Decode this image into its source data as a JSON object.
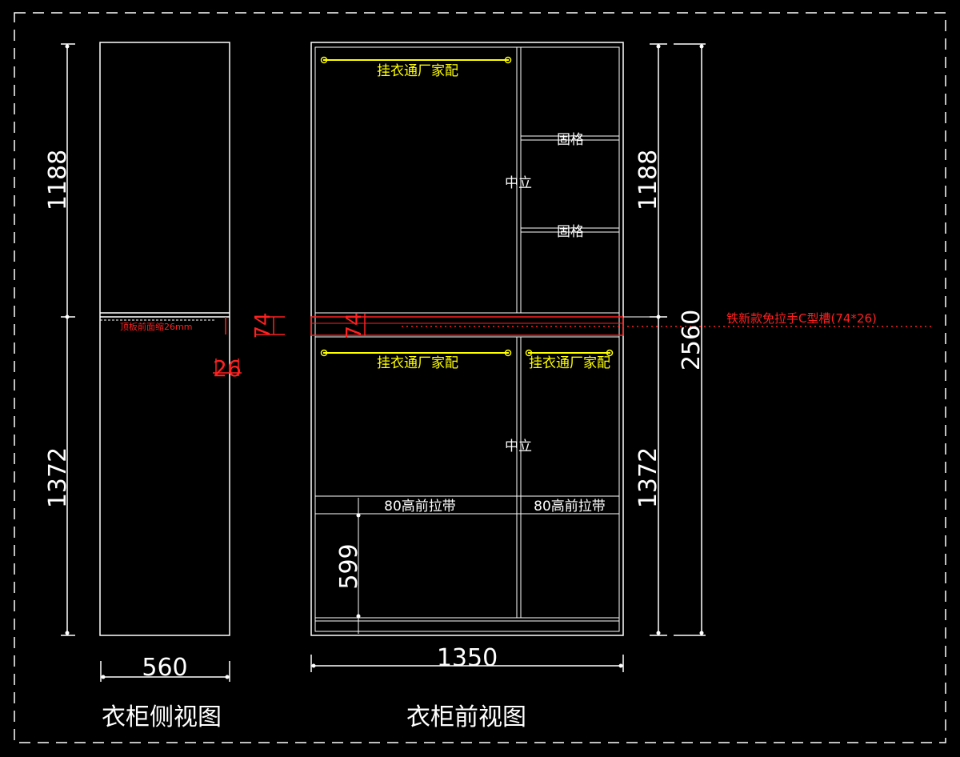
{
  "views": {
    "side": {
      "title": "衣柜侧视图",
      "width": "560",
      "upper_height": "1188",
      "lower_height": "1372",
      "note": "顶板前面缩26mm",
      "offset": "26",
      "handle_height": "74"
    },
    "front": {
      "title": "衣柜前视图",
      "width": "1350",
      "upper_height": "1188",
      "lower_height": "1372",
      "total_height": "2560",
      "bottom_height": "599",
      "handle_height": "74"
    }
  },
  "labels": {
    "hanger_rod": "挂衣通厂家配",
    "middle_divider": "中立",
    "fixed_shelf": "固格",
    "front_rail": "80高前拉带",
    "handle_groove": "铁新款免拉手C型槽(74*26)"
  },
  "colors": {
    "background": "#000000",
    "line": "#ffffff",
    "annotation": "#ff2020",
    "fitting": "#ffff00"
  }
}
